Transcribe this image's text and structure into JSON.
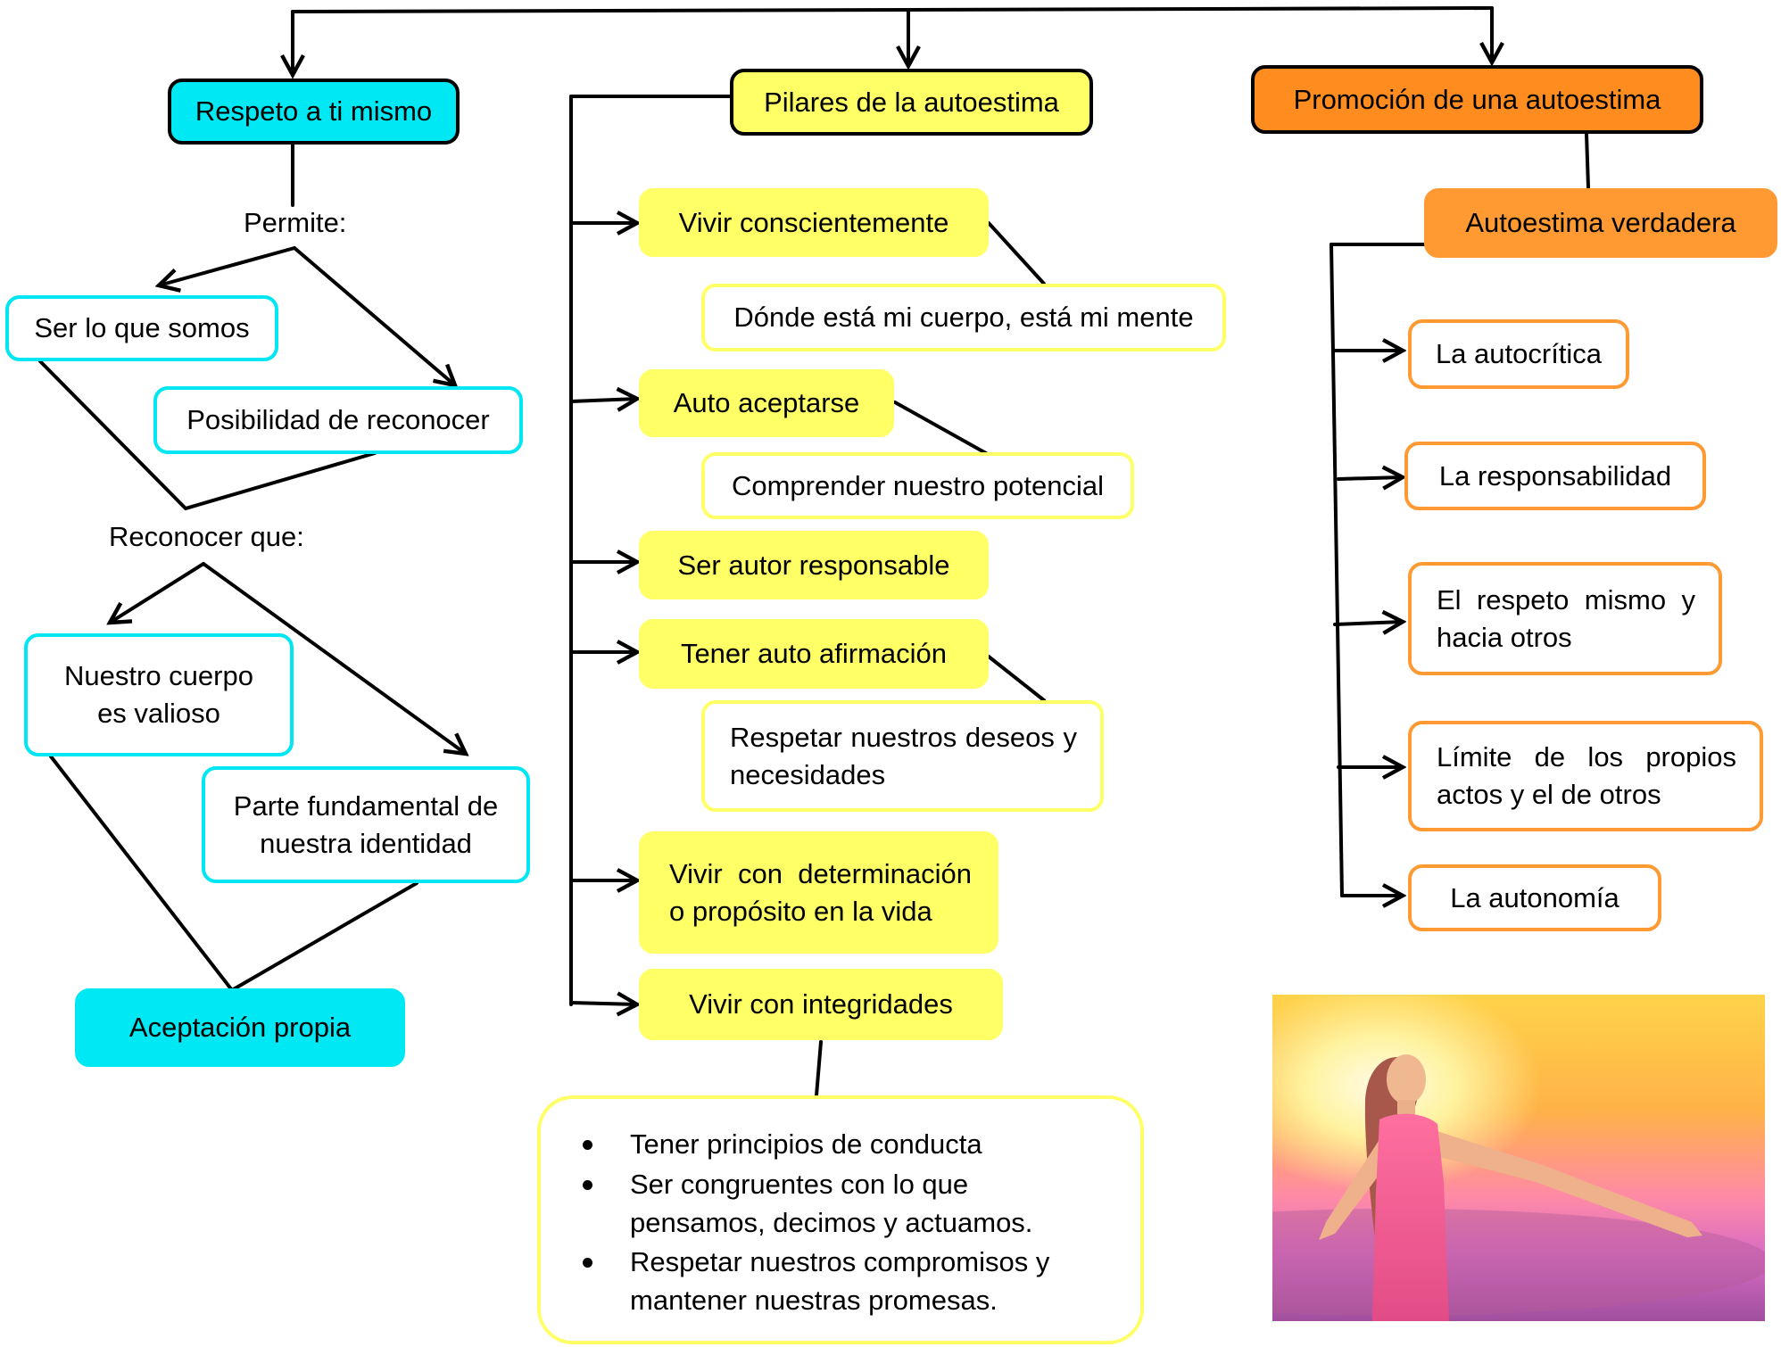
{
  "respeto": {
    "title": "Respeto a ti mismo",
    "permite_label": "Permite:",
    "ser": "Ser lo que somos",
    "posibilidad": "Posibilidad de reconocer",
    "reconocer_label": "Reconocer que:",
    "cuerpo": "Nuestro cuerpo es valioso",
    "parte": "Parte fundamental de nuestra identidad",
    "aceptacion": "Aceptación propia"
  },
  "pilares": {
    "title": "Pilares de la autoestima",
    "items": [
      {
        "label": "Vivir conscientemente",
        "detail": "Dónde está mi cuerpo, está mi mente"
      },
      {
        "label": "Auto aceptarse",
        "detail": "Comprender nuestro potencial"
      },
      {
        "label": "Ser autor responsable"
      },
      {
        "label": "Tener auto afirmación",
        "detail": "Respetar nuestros deseos y necesidades"
      },
      {
        "label": "Vivir con determinación o propósito en la vida"
      },
      {
        "label": "Vivir con integridades"
      }
    ],
    "bullets": [
      "Tener principios de conducta",
      "Ser congruentes con lo que pensamos, decimos y actuamos.",
      "Respetar nuestros compromisos y mantener nuestras promesas."
    ]
  },
  "promocion": {
    "title": "Promoción de una autoestima",
    "verdadera": "Autoestima verdadera",
    "items": [
      "La autocrítica",
      "La responsabilidad",
      "El respeto mismo y hacia otros",
      "Límite de los propios actos y el de otros",
      "La autonomía"
    ]
  },
  "colors": {
    "cyan": "#00e8f3",
    "yellow": "#ffff66",
    "orange": "#ff9a33"
  },
  "image": {
    "name": "woman-in-sunlight-photo"
  }
}
